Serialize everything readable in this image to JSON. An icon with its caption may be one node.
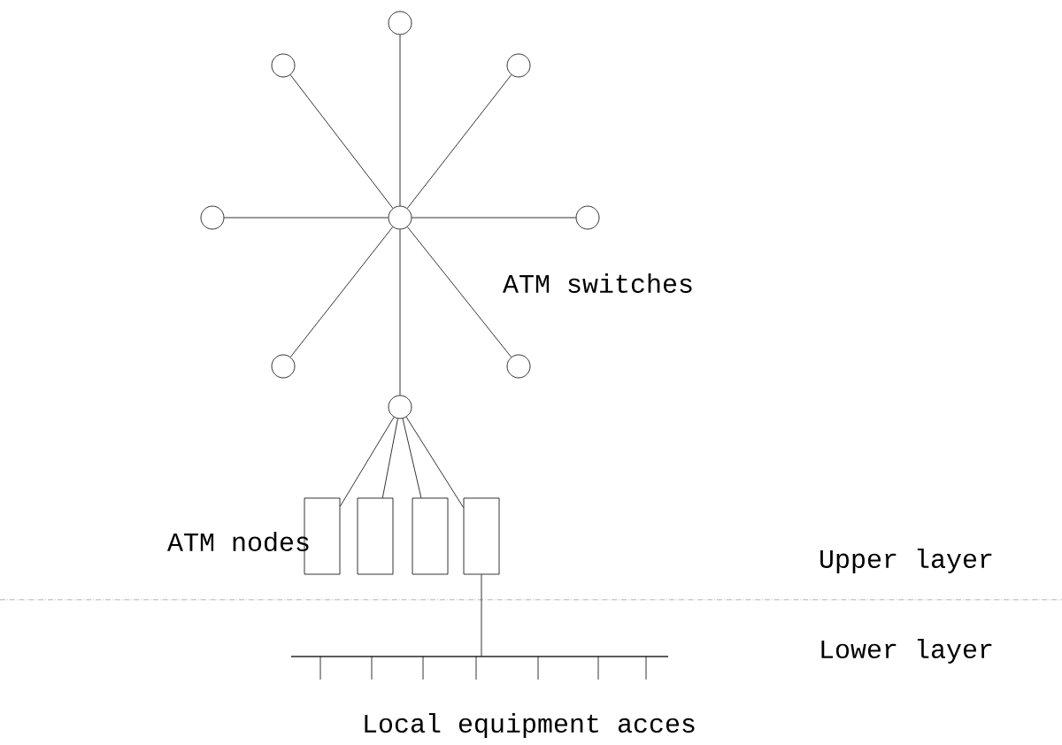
{
  "diagram": {
    "nodes": [
      {
        "text": [],
        "shape": "circle"
      },
      {
        "text": [],
        "shape": "circle"
      },
      {
        "text": [],
        "shape": "circle"
      },
      {
        "text": [],
        "shape": "circle"
      },
      {
        "text": [],
        "shape": "circle"
      },
      {
        "text": [],
        "shape": "circle"
      },
      {
        "text": [],
        "shape": "circle"
      },
      {
        "text": [],
        "shape": "circle"
      },
      {
        "text": [],
        "shape": "circle"
      },
      {
        "text": [],
        "shape": "box"
      },
      {
        "text": [],
        "shape": "box"
      },
      {
        "text": [],
        "shape": "box"
      },
      {
        "text": [],
        "shape": "box"
      },
      {
        "text": [],
        "shape": "bar"
      }
    ],
    "edges": [
      {
        "from": 0,
        "to": 1,
        "arrow": "none"
      },
      {
        "from": 0,
        "to": 2,
        "arrow": "none"
      },
      {
        "from": 0,
        "to": 3,
        "arrow": "none"
      },
      {
        "from": 0,
        "to": 4,
        "arrow": "none"
      },
      {
        "from": 0,
        "to": 5,
        "arrow": "none"
      },
      {
        "from": 0,
        "to": 6,
        "arrow": "none"
      },
      {
        "from": 0,
        "to": 7,
        "arrow": "none"
      },
      {
        "from": 0,
        "to": 8,
        "arrow": "none"
      },
      {
        "from": 8,
        "to": 9,
        "arrow": "none"
      },
      {
        "from": 8,
        "to": 10,
        "arrow": "none"
      },
      {
        "from": 8,
        "to": 11,
        "arrow": "none"
      },
      {
        "from": 8,
        "to": 12,
        "arrow": "none"
      },
      {
        "from": 12,
        "to": 13,
        "arrow": "none"
      }
    ],
    "labels": [
      "ATM switches",
      "ATM nodes",
      "Upper layer",
      "Lower layer",
      "Local equipment acces"
    ]
  }
}
